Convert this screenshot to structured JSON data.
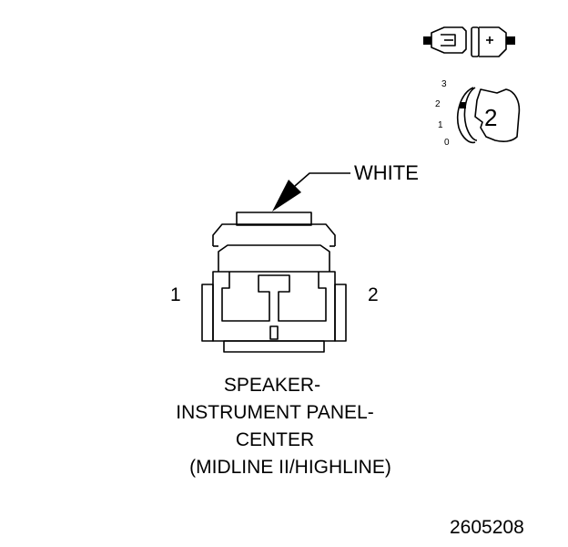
{
  "wire_color_label": "WHITE",
  "pins": {
    "left": "1",
    "right": "2"
  },
  "connector_view": {
    "cavity_count": "2",
    "scale_labels": [
      "3",
      "2",
      "1",
      "0"
    ]
  },
  "caption": {
    "line1": "SPEAKER-",
    "line2": "INSTRUMENT PANEL-",
    "line3": "CENTER",
    "line4": "(MIDLINE II/HIGHLINE)"
  },
  "figure_number": "2605208",
  "colors": {
    "line": "#000000",
    "background": "#ffffff"
  }
}
